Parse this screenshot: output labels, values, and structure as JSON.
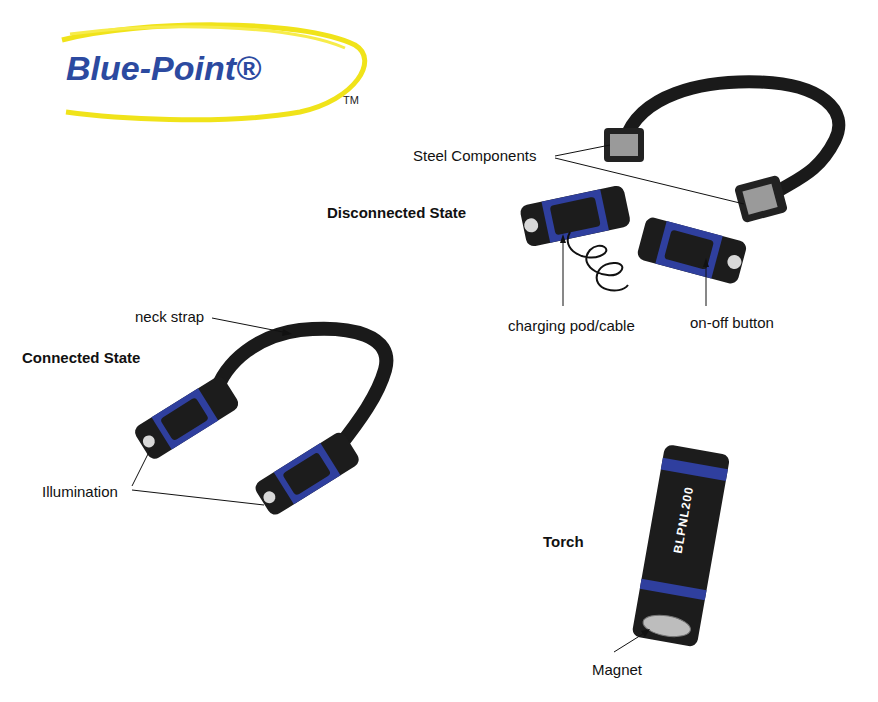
{
  "diagram": {
    "labels": [
      "Blue-Point®",
      "TM",
      "Steel Components",
      "Disconnected State",
      "charging pod/cable",
      "on-off button",
      "neck strap",
      "Connected State",
      "Illumination",
      "Torch",
      "BLPNL200",
      "Magnet"
    ]
  }
}
